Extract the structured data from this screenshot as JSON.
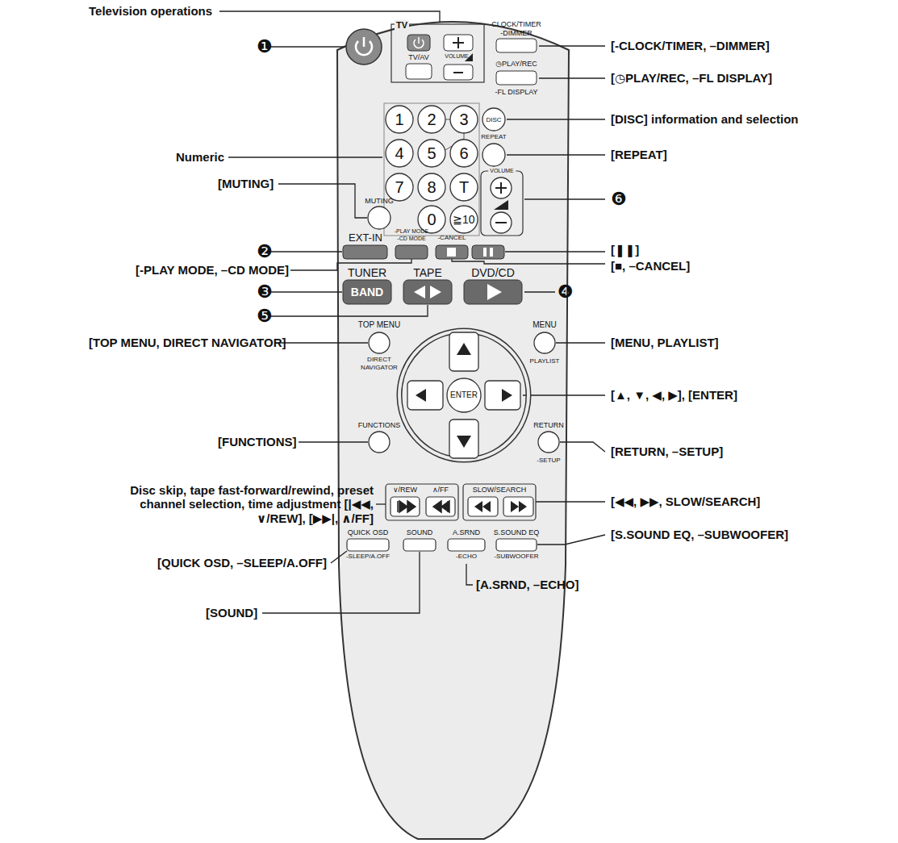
{
  "diagram": {
    "labels": [
      "Television operations",
      "❶",
      "TV",
      "TV/AV",
      "VOLUME",
      "CLOCK/TIMER",
      "-DIMMER",
      "[-CLOCK/TIMER, –DIMMER]",
      "◷PLAY/REC",
      "-FL DISPLAY",
      "[◷PLAY/REC, –FL DISPLAY]",
      "Numeric",
      "1",
      "2",
      "3",
      "4",
      "5",
      "6",
      "7",
      "8",
      "T",
      "0",
      "≧10",
      "DISC",
      "[DISC] information and selection",
      "REPEAT",
      "[REPEAT]",
      "VOLUME",
      "❻",
      "MUTING",
      "[MUTING]",
      "❷",
      "EXT-IN",
      "-PLAY MODE",
      "-CD MODE",
      "-CANCEL",
      "[❚❚]",
      "[-PLAY MODE, –CD MODE]",
      "[■, –CANCEL]",
      "TUNER",
      "TAPE",
      "DVD/CD",
      "BAND",
      "❸",
      "❹",
      "❺",
      "TOP MENU",
      "MENU",
      "DIRECT",
      "NAVIGATOR",
      "PLAYLIST",
      "[TOP MENU, DIRECT NAVIGATOR]",
      "[MENU, PLAYLIST]",
      "ENTER",
      "[▲, ▼, ◀, ▶], [ENTER]",
      "FUNCTIONS",
      "RETURN",
      "-SETUP",
      "[FUNCTIONS]",
      "[RETURN, –SETUP]",
      "∨/REW",
      "∧/FF",
      "SLOW/SEARCH",
      "Disc skip, tape fast-forward/rewind, preset channel selection, time adjustment [|◀◀, ∨/REW], [▶▶|, ∧/FF]",
      "[◀◀, ▶▶, SLOW/SEARCH]",
      "QUICK OSD",
      "SOUND",
      "A.SRND",
      "S.SOUND EQ",
      "-SLEEP/A.OFF",
      "-ECHO",
      "-SUBWOOFER",
      "[S.SOUND EQ, –SUBWOOFER]",
      "[QUICK OSD, –SLEEP/A.OFF]",
      "[A.SRND, –ECHO]",
      "[SOUND]"
    ]
  }
}
